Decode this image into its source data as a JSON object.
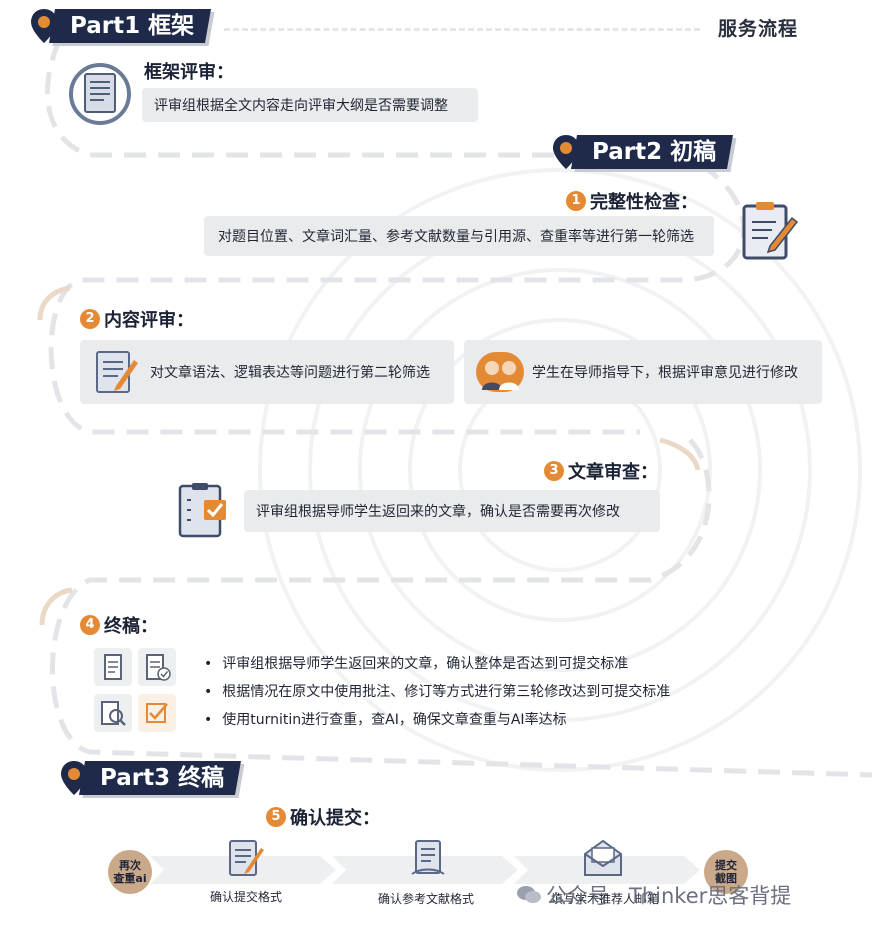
{
  "header": {
    "part1": "Part1 框架",
    "service_flow": "服务流程"
  },
  "framework_review": {
    "title": "框架评审：",
    "desc": "评审组根据全文内容走向评审大纲是否需要调整"
  },
  "part2": {
    "label": "Part2 初稿",
    "completeness": {
      "num": "1",
      "title": "完整性检查：",
      "desc": "对题目位置、文章词汇量、参考文献数量与引用源、查重率等进行第一轮筛选"
    },
    "content_review": {
      "num": "2",
      "title": "内容评审：",
      "item1": "对文章语法、逻辑表达等问题进行第二轮筛选",
      "item2": "学生在导师指导下，根据评审意见进行修改"
    },
    "article_review": {
      "num": "3",
      "title": "文章审查：",
      "desc": "评审组根据导师学生返回来的文章，确认是否需要再次修改"
    },
    "final_draft": {
      "num": "4",
      "title": "终稿：",
      "bullets": [
        "评审组根据导师学生返回来的文章，确认整体是否达到可提交标准",
        "根据情况在原文中使用批注、修订等方式进行第三轮修改达到可提交标准",
        "使用turnitin进行查重，查AI，确保文章查重与AI率达标"
      ]
    }
  },
  "part3": {
    "label": "Part3 终稿",
    "confirm": {
      "num": "5",
      "title": "确认提交："
    },
    "flow": {
      "start": "再次\n查重ai",
      "step1": "确认提交格式",
      "step2": "确认参考文献格式",
      "step3": "填写学术推荐人邮箱",
      "end": "提交\n截图"
    }
  },
  "watermark": "公众号 · Thinker思客背提",
  "colors": {
    "navy": "#1f2a4a",
    "accent_orange": "#e48a35",
    "box_gray": "#eaebed",
    "circle_tan": "#c9a98a"
  }
}
